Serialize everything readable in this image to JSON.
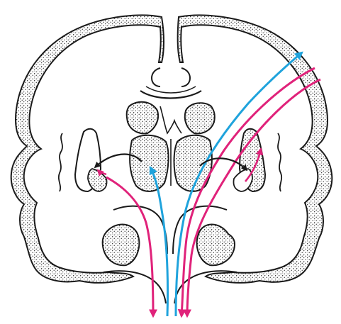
{
  "figure": {
    "colors": {
      "background": "#ffffff",
      "outline": "#1a1a1a",
      "stipple_dot": "#1a1a1a",
      "tract_magenta": "#e0227a",
      "tract_cyan": "#1fa3dc"
    },
    "icons": [
      "cerebral-cortex",
      "lateral-ventricle",
      "thalamus",
      "basal-ganglia",
      "temporal-lobe",
      "ascending-fiber-tract",
      "descending-fiber-tract"
    ]
  }
}
